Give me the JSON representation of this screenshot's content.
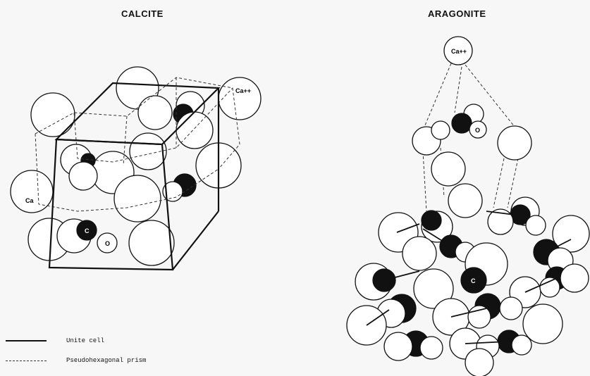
{
  "titles": {
    "calcite": "CALCITE",
    "aragonite": "ARAGONITE"
  },
  "calcite_labels": {
    "ca_top": "Ca++",
    "ca_left": "Ca",
    "carbon": "C",
    "oxygen": "O"
  },
  "aragonite_labels": {
    "ca_top": "Ca++",
    "oxygen": "O",
    "carbon": "C"
  },
  "legend": {
    "unit_cell": "Unite cell",
    "prism": "Pseudohexagonal prism"
  },
  "colors": {
    "ink": "#111111",
    "atom_fill": "#ffffff",
    "carbon_fill": "#111111",
    "background": "#f7f7f7"
  }
}
